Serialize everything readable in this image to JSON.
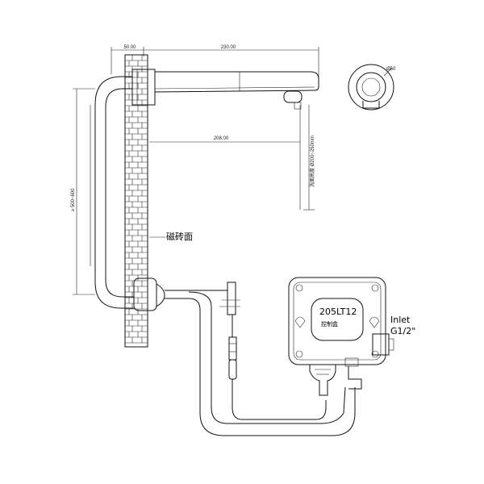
{
  "dimensions": {
    "wall_offset": "50.00",
    "spout_length": "230.00",
    "reach": "208.00",
    "pipe_height": "≥ 500~600",
    "basin_height": "洗面高度 Ø200~250mm",
    "spout_diameter": "Ø50"
  },
  "labels": {
    "wall_surface": "磁砖面",
    "box_model": "205LT12",
    "box_sublabel": "控制盒",
    "inlet_line1": "Inlet",
    "inlet_line2": "G1/2\""
  },
  "colors": {
    "line": "#111111",
    "background": "#ffffff"
  }
}
